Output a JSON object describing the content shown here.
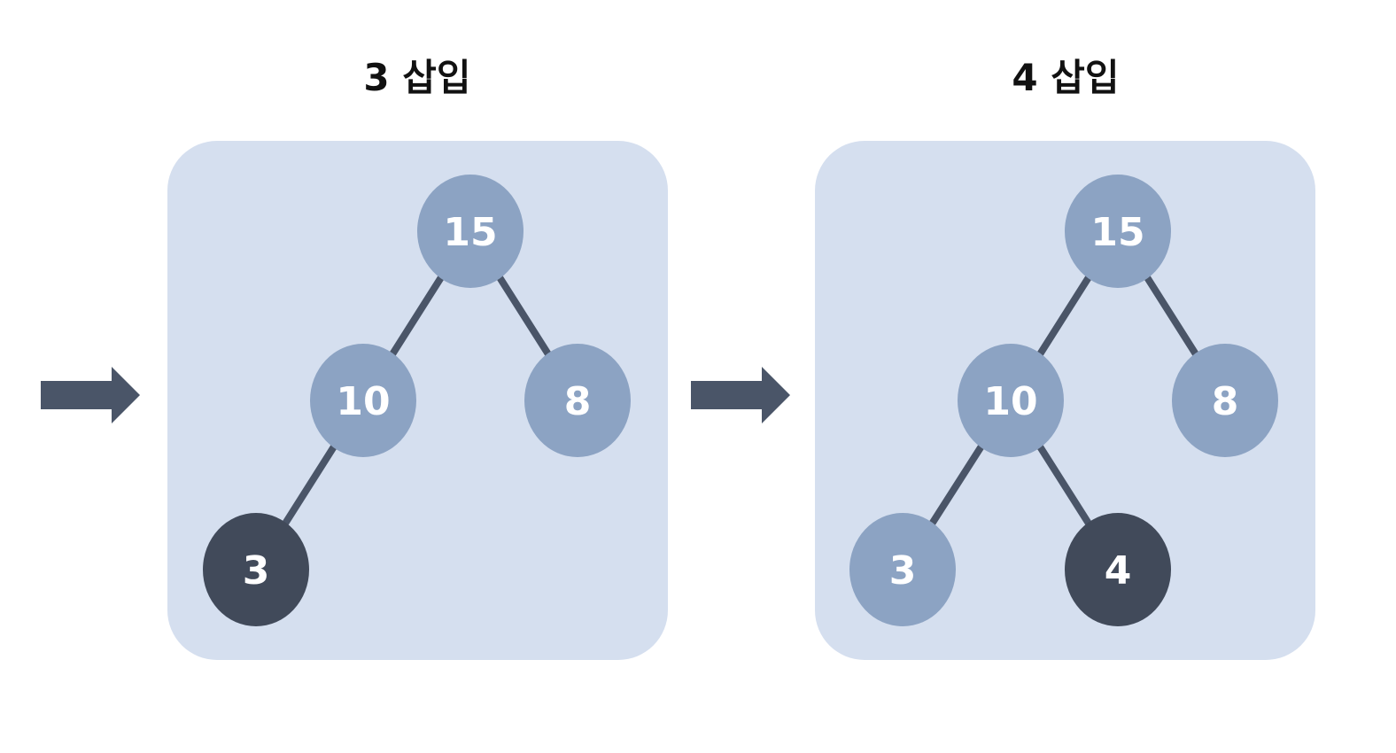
{
  "colors": {
    "background": "#ffffff",
    "panel": "#d5dfef",
    "node": "#8ca3c3",
    "node_highlight": "#414a5a",
    "edge": "#4a5568",
    "arrow": "#4a5568",
    "node_text": "#ffffff",
    "title_text": "#111111"
  },
  "panels": [
    {
      "title": "3 삽입",
      "nodes": [
        {
          "id": "n15",
          "label": "15",
          "highlight": false
        },
        {
          "id": "n10",
          "label": "10",
          "highlight": false
        },
        {
          "id": "n8",
          "label": "8",
          "highlight": false
        },
        {
          "id": "n3",
          "label": "3",
          "highlight": true
        }
      ],
      "edges": [
        [
          "n15",
          "n10"
        ],
        [
          "n15",
          "n8"
        ],
        [
          "n10",
          "n3"
        ]
      ]
    },
    {
      "title": "4 삽입",
      "nodes": [
        {
          "id": "n15",
          "label": "15",
          "highlight": false
        },
        {
          "id": "n10",
          "label": "10",
          "highlight": false
        },
        {
          "id": "n8",
          "label": "8",
          "highlight": false
        },
        {
          "id": "n3",
          "label": "3",
          "highlight": false
        },
        {
          "id": "n4",
          "label": "4",
          "highlight": true
        }
      ],
      "edges": [
        [
          "n15",
          "n10"
        ],
        [
          "n15",
          "n8"
        ],
        [
          "n10",
          "n3"
        ],
        [
          "n10",
          "n4"
        ]
      ]
    }
  ],
  "arrows": [
    {
      "icon": "right-arrow-icon"
    },
    {
      "icon": "right-arrow-icon"
    }
  ]
}
